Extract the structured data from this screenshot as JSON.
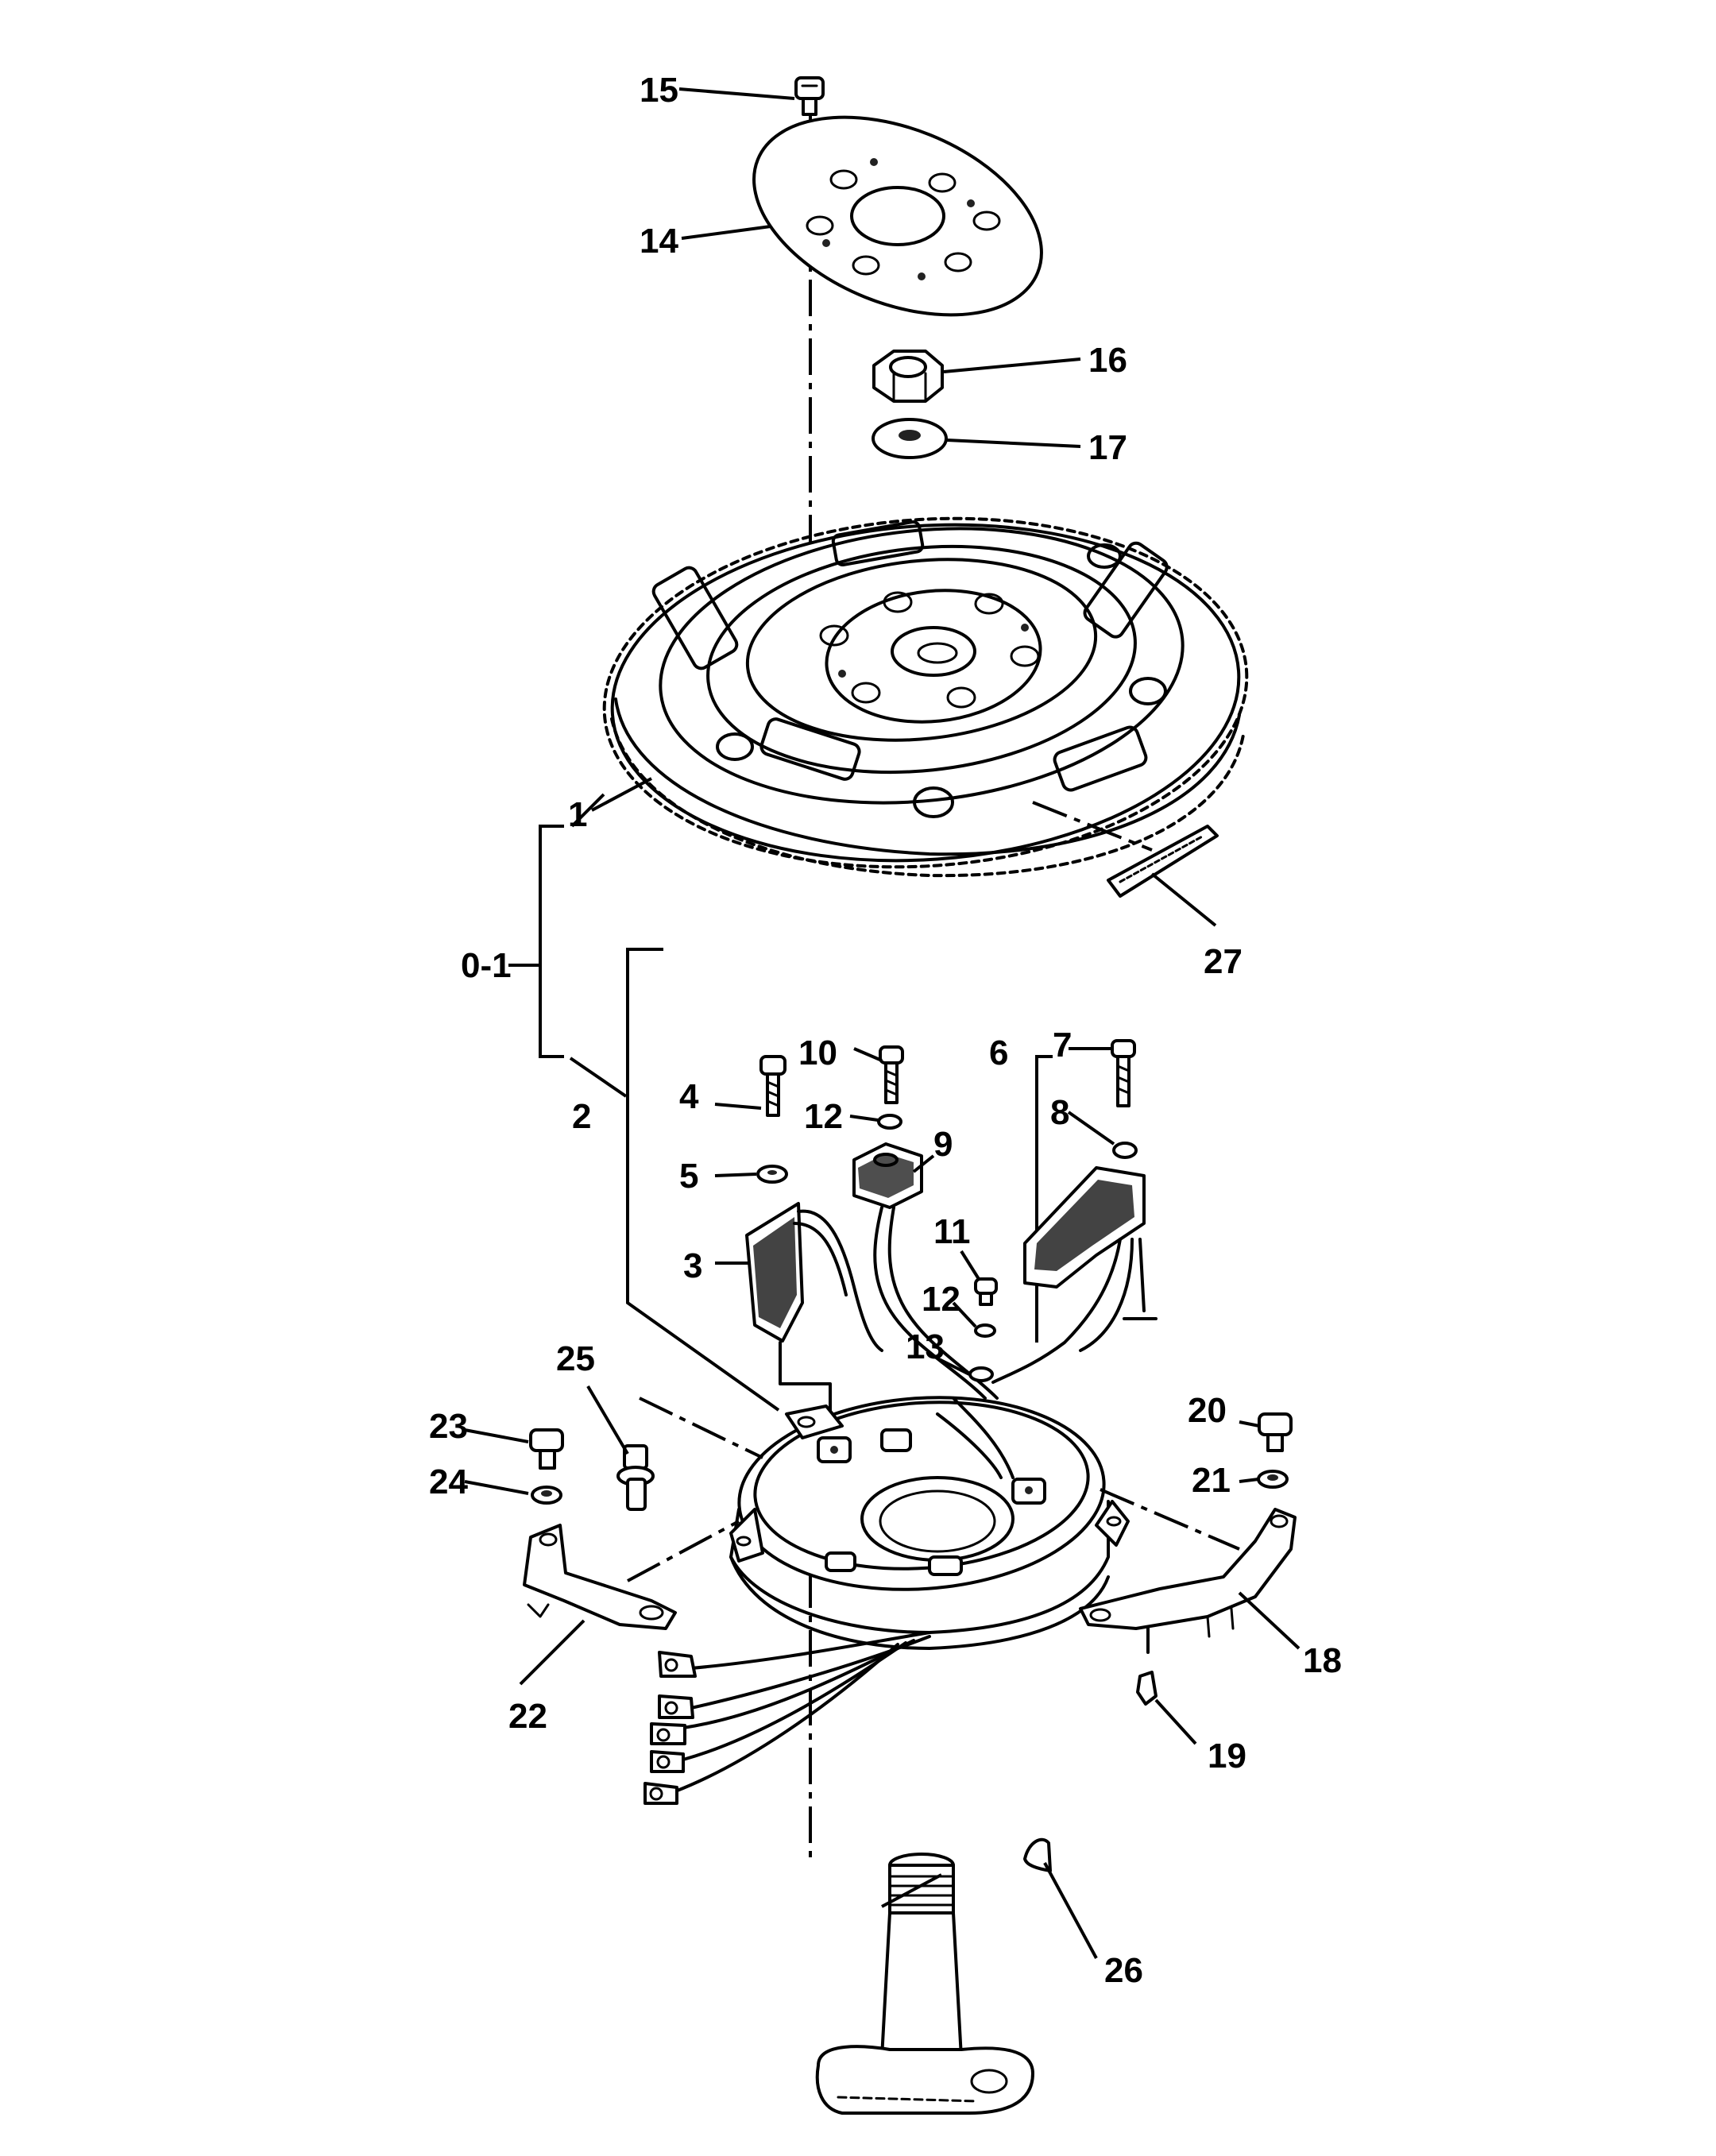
{
  "callouts": {
    "c1": "1",
    "c2": "2",
    "c3": "3",
    "c4": "4",
    "c5": "5",
    "c6": "6",
    "c7": "7",
    "c8": "8",
    "c9": "9",
    "c10": "10",
    "c11": "11",
    "c12a": "12",
    "c12b": "12",
    "c13": "13",
    "c14": "14",
    "c15": "15",
    "c16": "16",
    "c17": "17",
    "c18": "18",
    "c19": "19",
    "c20": "20",
    "c21": "21",
    "c22": "22",
    "c23": "23",
    "c24": "24",
    "c25": "25",
    "c26": "26",
    "c27": "27",
    "c01": "0-1"
  }
}
